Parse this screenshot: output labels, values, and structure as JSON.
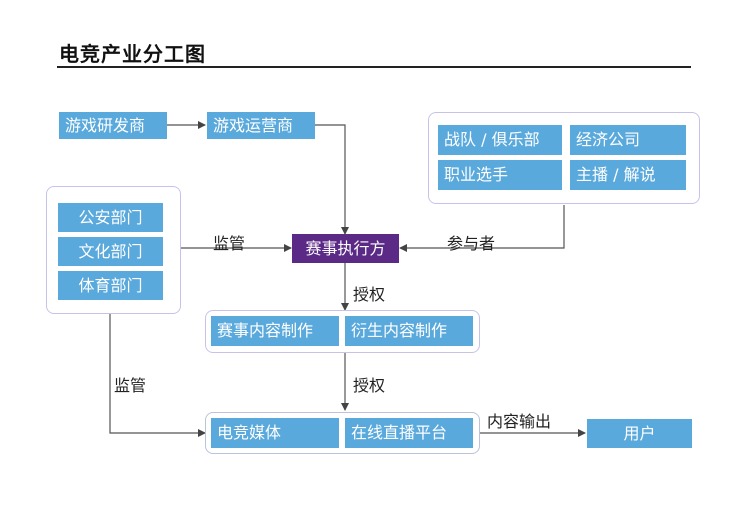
{
  "title": "电竞产业分工图",
  "nodes": {
    "game_dev": "游戏研发商",
    "game_ops": "游戏运营商",
    "team_club": "战队 / 俱乐部",
    "agency": "经济公司",
    "pro_player": "职业选手",
    "streamer": "主播 / 解说",
    "police": "公安部门",
    "culture": "文化部门",
    "sports": "体育部门",
    "organizer": "赛事执行方",
    "content_prod": "赛事内容制作",
    "derivative_prod": "衍生内容制作",
    "esports_media": "电竞媒体",
    "live_platform": "在线直播平台",
    "user": "用户"
  },
  "edge_labels": {
    "supervise_top": "监管",
    "participants": "参与者",
    "authorize_1": "授权",
    "authorize_2": "授权",
    "supervise_left": "监管",
    "content_output": "内容输出"
  },
  "colors": {
    "box": "#5aa9dc",
    "organizer": "#5b2a86",
    "frame": "#c6c3ea",
    "line": "#555555"
  }
}
